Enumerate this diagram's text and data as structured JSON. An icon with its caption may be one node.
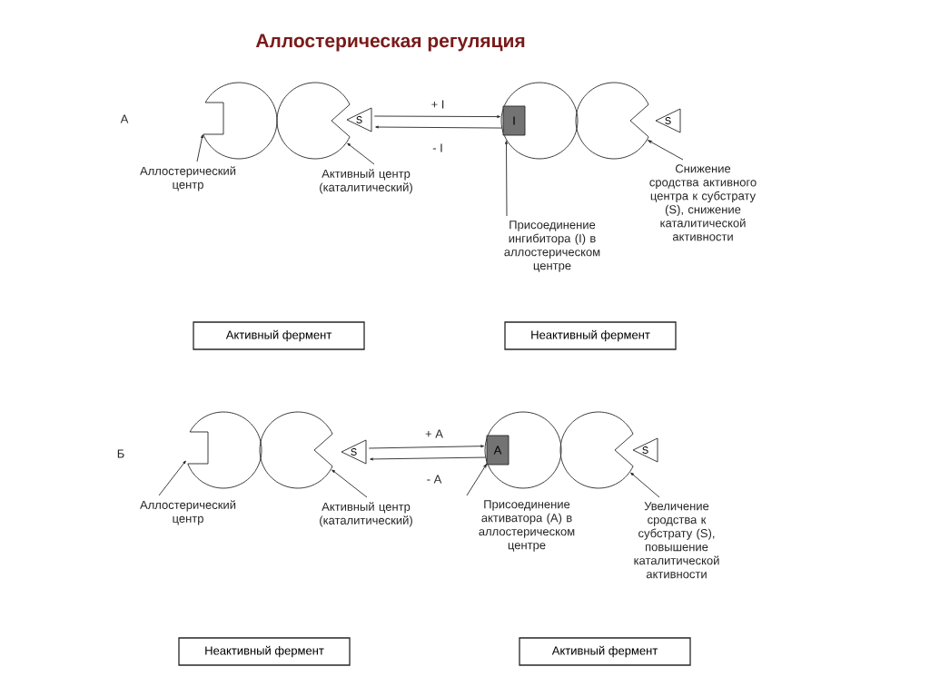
{
  "diagram": {
    "title": "Аллостерическая регуляция",
    "nodes": [
      {
        "text": [],
        "shape": "circle"
      },
      {
        "text": [],
        "shape": "circle"
      },
      {
        "text": [
          "S"
        ]
      },
      {
        "text": [],
        "shape": "circle"
      },
      {
        "text": [
          "I"
        ],
        "in": 3
      },
      {
        "text": [],
        "shape": "circle"
      },
      {
        "text": [
          "S"
        ]
      },
      {
        "text": [
          "Аллостерический центр"
        ]
      },
      {
        "text": [
          "Активный центр (каталитический)"
        ]
      },
      {
        "text": [
          "Присоединение ингибитора (I) в аллостерическом центре"
        ]
      },
      {
        "text": [
          "Снижение сродства активного центра к субстрату (S), снижение каталитической активности"
        ]
      },
      {
        "text": [
          "Активный фермент"
        ]
      },
      {
        "text": [
          "Неактивный фермент"
        ]
      },
      {
        "text": [],
        "shape": "circle"
      },
      {
        "text": [],
        "shape": "circle"
      },
      {
        "text": [
          "S"
        ]
      },
      {
        "text": [],
        "shape": "circle"
      },
      {
        "text": [
          "А"
        ],
        "in": 16
      },
      {
        "text": [],
        "shape": "circle"
      },
      {
        "text": [
          "S"
        ]
      },
      {
        "text": [
          "Аллостерический центр"
        ]
      },
      {
        "text": [
          "Активный центр (каталитический)"
        ]
      },
      {
        "text": [
          "Присоединение активатора (А) в аллостерическом центре"
        ]
      },
      {
        "text": [
          "Увеличение сродства к субстрату (S), повышение каталитической активности"
        ]
      },
      {
        "text": [
          "Неактивный фермент"
        ]
      },
      {
        "text": [
          "Активный фермент"
        ]
      }
    ],
    "edges": [
      {
        "from": 2,
        "to": 3,
        "label": "+ I",
        "arrow": "to"
      },
      {
        "from": 3,
        "to": 2,
        "label": "- I",
        "arrow": "to"
      },
      {
        "from": 7,
        "to": 0,
        "arrow": "to"
      },
      {
        "from": 8,
        "to": 1,
        "arrow": "to"
      },
      {
        "from": 9,
        "to": 3,
        "arrow": "to"
      },
      {
        "from": 10,
        "to": 5,
        "arrow": "to"
      },
      {
        "from": 15,
        "to": 16,
        "label": "+ А",
        "arrow": "to"
      },
      {
        "from": 16,
        "to": 15,
        "label": "- А",
        "arrow": "to"
      },
      {
        "from": 20,
        "to": 13,
        "arrow": "to"
      },
      {
        "from": 21,
        "to": 14,
        "arrow": "to"
      },
      {
        "from": 22,
        "to": 16,
        "arrow": "to"
      },
      {
        "from": 23,
        "to": 18,
        "arrow": "to"
      }
    ],
    "labels": [
      "А",
      "Б"
    ]
  }
}
